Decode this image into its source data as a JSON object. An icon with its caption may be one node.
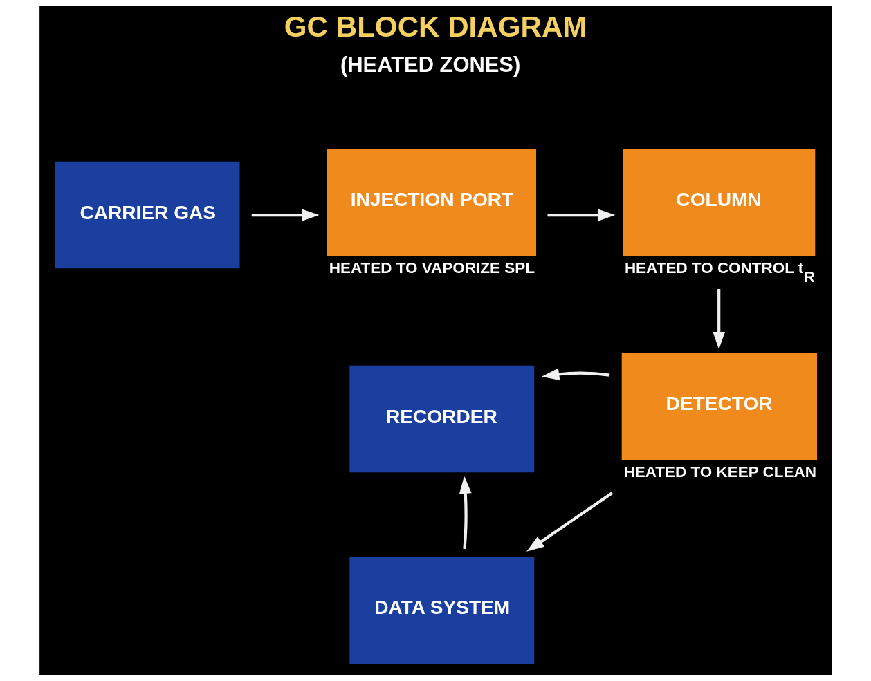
{
  "diagram": {
    "title": "GC BLOCK DIAGRAM",
    "nodes": [
      {
        "text": [
          "CARRIER GAS"
        ]
      },
      {
        "text": [
          "INJECTION PORT"
        ],
        "beside": [
          "HEATED TO VAPORIZE SPL"
        ]
      },
      {
        "text": [
          "COLUMN"
        ],
        "beside": [
          "HEATED TO CONTROL t$_{R}$"
        ]
      },
      {
        "text": [
          "RECORDER"
        ]
      },
      {
        "text": [
          "DETECTOR"
        ],
        "beside": [
          "HEATED TO KEEP CLEAN"
        ]
      },
      {
        "text": [
          "DATA SYSTEM"
        ]
      }
    ],
    "edges": [
      {
        "from": 0,
        "to": 1,
        "arrow": "to"
      },
      {
        "from": 1,
        "to": 2,
        "arrow": "to"
      },
      {
        "from": 2,
        "to": 4,
        "arrow": "to"
      },
      {
        "from": 4,
        "to": 3,
        "arrow": "to"
      },
      {
        "from": 4,
        "to": 5,
        "arrow": "to"
      },
      {
        "from": 5,
        "to": 3,
        "arrow": "to"
      }
    ],
    "labels": [
      "(HEATED ZONES)"
    ]
  }
}
